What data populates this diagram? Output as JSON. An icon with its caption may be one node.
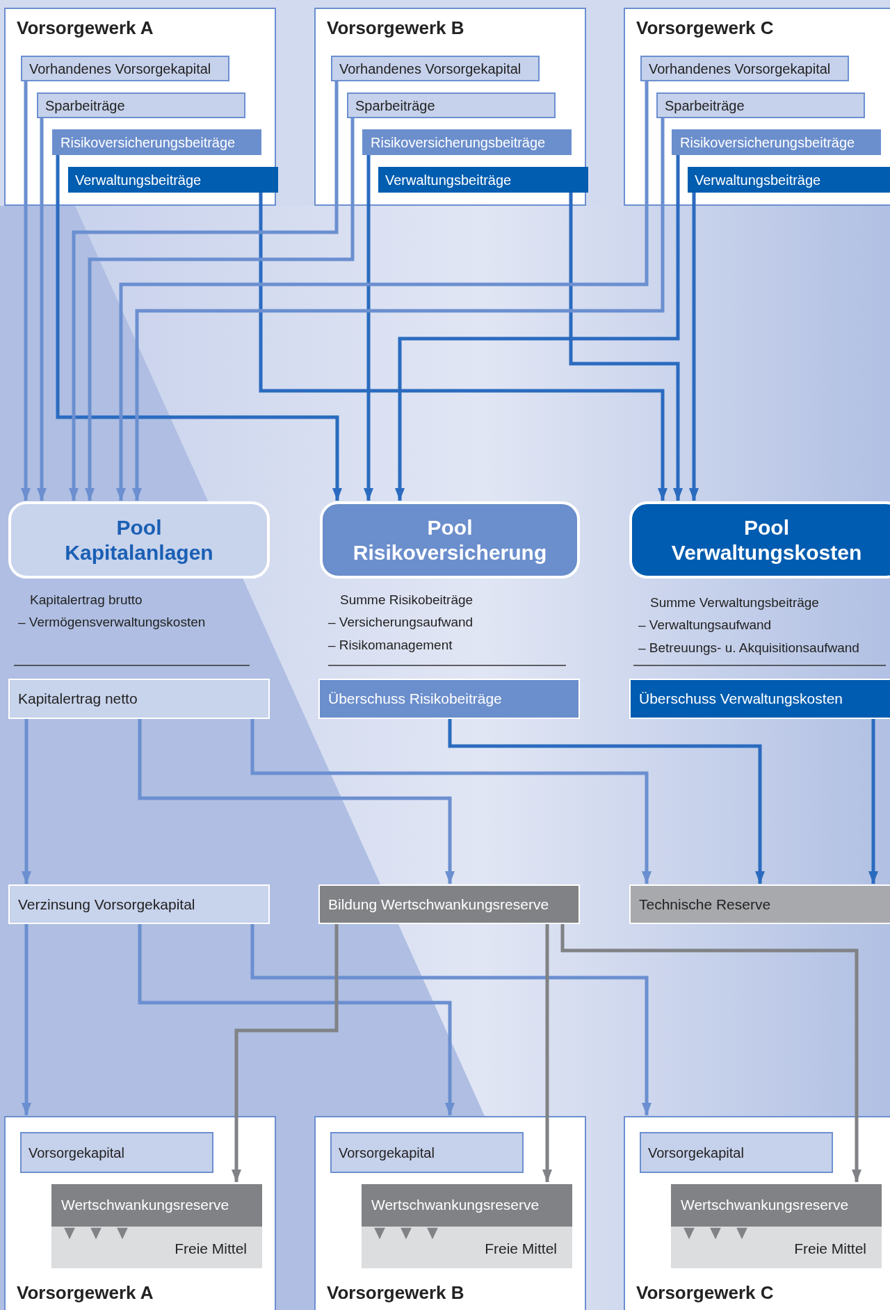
{
  "diagram": {
    "nodes": [
      {
        "text": [
          "Vorsorgewerk A"
        ]
      },
      {
        "text": [
          "Vorhandenes Vorsorgekapital"
        ],
        "in": 0
      },
      {
        "text": [
          "Sparbeiträge"
        ],
        "in": 0
      },
      {
        "text": [
          "Risikoversicherungsbeiträge"
        ],
        "in": 0
      },
      {
        "text": [
          "Verwaltungsbeiträge"
        ],
        "in": 0
      },
      {
        "text": [
          "Vorsorgewerk B"
        ]
      },
      {
        "text": [
          "Vorhandenes Vorsorgekapital"
        ],
        "in": 5
      },
      {
        "text": [
          "Sparbeiträge"
        ],
        "in": 5
      },
      {
        "text": [
          "Risikoversicherungsbeiträge"
        ],
        "in": 5
      },
      {
        "text": [
          "Verwaltungsbeiträge"
        ],
        "in": 5
      },
      {
        "text": [
          "Vorsorgewerk C"
        ]
      },
      {
        "text": [
          "Vorhandenes Vorsorgekapital"
        ],
        "in": 10
      },
      {
        "text": [
          "Sparbeiträge"
        ],
        "in": 10
      },
      {
        "text": [
          "Risikoversicherungsbeiträge"
        ],
        "in": 10
      },
      {
        "text": [
          "Verwaltungsbeiträge"
        ],
        "in": 10
      },
      {
        "text": [
          "Pool Kapitalanlagen"
        ]
      },
      {
        "text": [
          "Pool Risikoversicherung"
        ]
      },
      {
        "text": [
          "Pool Verwaltungskosten"
        ]
      },
      {
        "text": [
          "Kapitalertrag netto"
        ]
      },
      {
        "text": [
          "Überschuss Risikobeiträge"
        ]
      },
      {
        "text": [
          "Überschuss Verwaltungskosten"
        ]
      },
      {
        "text": [
          "Verzinsung Vorsorgekapital"
        ]
      },
      {
        "text": [
          "Bildung Wertschwankungsreserve"
        ]
      },
      {
        "text": [
          "Technische Reserve"
        ]
      },
      {
        "text": [
          "Vorsorgewerk A"
        ]
      },
      {
        "text": [
          "Vorsorgekapital"
        ],
        "in": 24
      },
      {
        "text": [
          "Wertschwankungsreserve",
          "Freie Mittel"
        ],
        "in": 24
      },
      {
        "text": [
          "Vorsorgewerk B"
        ]
      },
      {
        "text": [
          "Vorsorgekapital"
        ],
        "in": 27
      },
      {
        "text": [
          "Wertschwankungsreserve",
          "Freie Mittel"
        ],
        "in": 27
      },
      {
        "text": [
          "Vorsorgewerk C"
        ]
      },
      {
        "text": [
          "Vorsorgekapital"
        ],
        "in": 30
      },
      {
        "text": [
          "Wertschwankungsreserve",
          "Freie Mittel"
        ],
        "in": 30
      }
    ],
    "edges": [
      {
        "from": 1,
        "to": 15,
        "arrow": "to"
      },
      {
        "from": 2,
        "to": 15,
        "arrow": "to"
      },
      {
        "from": 3,
        "to": 16,
        "arrow": "to",
        "color": "#2a6bbf"
      },
      {
        "from": 4,
        "to": 17,
        "arrow": "to",
        "color": "#2a6bbf"
      },
      {
        "from": 6,
        "to": 15,
        "arrow": "to"
      },
      {
        "from": 7,
        "to": 15,
        "arrow": "to"
      },
      {
        "from": 8,
        "to": 16,
        "arrow": "to",
        "color": "#2a6bbf"
      },
      {
        "from": 9,
        "to": 17,
        "arrow": "to",
        "color": "#2a6bbf"
      },
      {
        "from": 11,
        "to": 15,
        "arrow": "to"
      },
      {
        "from": 12,
        "to": 15,
        "arrow": "to"
      },
      {
        "from": 13,
        "to": 16,
        "arrow": "to",
        "color": "#2a6bbf"
      },
      {
        "from": 14,
        "to": 17,
        "arrow": "to",
        "color": "#2a6bbf"
      },
      {
        "from": 18,
        "to": 21,
        "arrow": "to"
      },
      {
        "from": 18,
        "to": 22,
        "arrow": "to"
      },
      {
        "from": 18,
        "to": 23,
        "arrow": "to"
      },
      {
        "from": 19,
        "to": 23,
        "arrow": "to",
        "color": "#2a6bbf"
      },
      {
        "from": 20,
        "to": 23,
        "arrow": "to",
        "color": "#2a6bbf"
      },
      {
        "from": 21,
        "to": 24,
        "arrow": "to"
      },
      {
        "from": 21,
        "to": 27,
        "arrow": "to"
      },
      {
        "from": 21,
        "to": 30,
        "arrow": "to"
      },
      {
        "from": 22,
        "to": 26,
        "arrow": "to",
        "color": "#808285"
      },
      {
        "from": 22,
        "to": 29,
        "arrow": "to",
        "color": "#808285"
      },
      {
        "from": 22,
        "to": 32,
        "arrow": "to",
        "color": "#808285"
      }
    ],
    "labels": [
      "Kapitalertrag brutto",
      "– Vermögensverwaltungskosten",
      "Summe Risikobeiträge",
      "– Versicherungsaufwand",
      "– Risikomanagement",
      "Summe Verwaltungsbeiträge",
      "– Verwaltungsaufwand",
      "– Betreuungs- u. Akquisitionsaufwand"
    ]
  }
}
